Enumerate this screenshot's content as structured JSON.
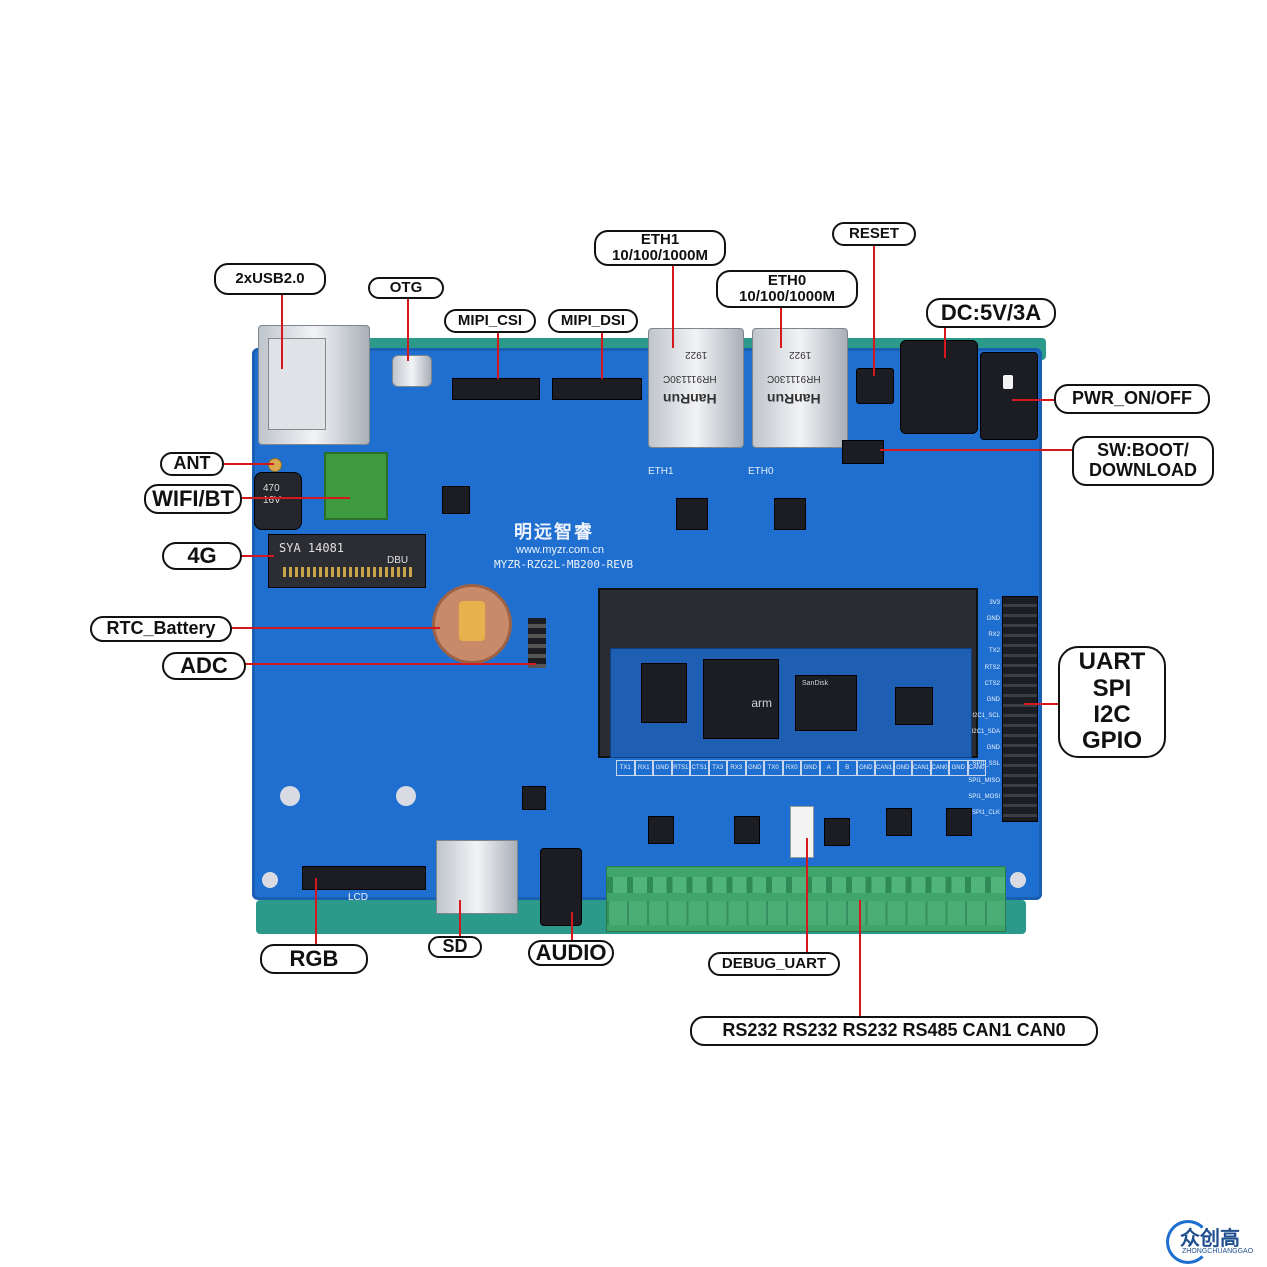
{
  "labels": {
    "usb": "2xUSB2.0",
    "otg": "OTG",
    "mipi_csi": "MIPI_CSI",
    "mipi_dsi": "MIPI_DSI",
    "eth1_name": "ETH1",
    "eth1_speed": "10/100/1000M",
    "eth0_name": "ETH0",
    "eth0_speed": "10/100/1000M",
    "reset": "RESET",
    "dc": "DC:5V/3A",
    "pwr": "PWR_ON/OFF",
    "sw_line1": "SW:BOOT/",
    "sw_line2": "DOWNLOAD",
    "ant": "ANT",
    "wifi": "WIFI/BT",
    "g4": "4G",
    "rtc": "RTC_Battery",
    "adc": "ADC",
    "uart": "UART",
    "spi": "SPI",
    "i2c": "I2C",
    "gpio": "GPIO",
    "rgb": "RGB",
    "sd": "SD",
    "audio": "AUDIO",
    "debug": "DEBUG_UART",
    "bus": "RS232 RS232 RS232 RS485 CAN1 CAN0"
  },
  "board": {
    "brand_cn": "明远智睿",
    "url": "www.myzr.com.cn",
    "model": "MYZR-RZG2L-MB200-REVB",
    "eth_jack_text": "HanRun",
    "eth_jack_code": "HR911130C",
    "eth_jack_year": "1922",
    "cap_value": "470",
    "cap_voltage": "16V",
    "m2_text": "SYA 14081",
    "m2_side": "DBU",
    "lcd_text": "LCD",
    "eth1_silk": "ETH1",
    "eth0_silk": "ETH0",
    "soc_brand": "arm",
    "flash_brand": "SanDisk",
    "terminal_labels": [
      "TX1",
      "RX1",
      "GND",
      "RTS1",
      "CTS1",
      "TX3",
      "RX3",
      "GND",
      "TX0",
      "RX0",
      "GND",
      "A",
      "B",
      "GND",
      "CAN1_L",
      "GND",
      "CAN1_H",
      "CAN0_L",
      "GND",
      "CAN0_H"
    ],
    "header_labels": [
      "3V3",
      "GND",
      "RX2",
      "TX2",
      "RTS2",
      "CTS2",
      "GND",
      "I2C1_SCL",
      "I2C1_SDA",
      "GND",
      "SPI1_SSL",
      "SPI1_MISO",
      "SPI1_MOSI",
      "SPI1_CLK"
    ]
  },
  "watermark": {
    "logo": "众创高",
    "sub": "ZHONGCHUANGGAO"
  },
  "colors": {
    "pcb": "#1f6fd0",
    "pcb_edge": "#2c9a8a",
    "leader_line": "#d4181e",
    "terminal": "#3fa56b"
  }
}
